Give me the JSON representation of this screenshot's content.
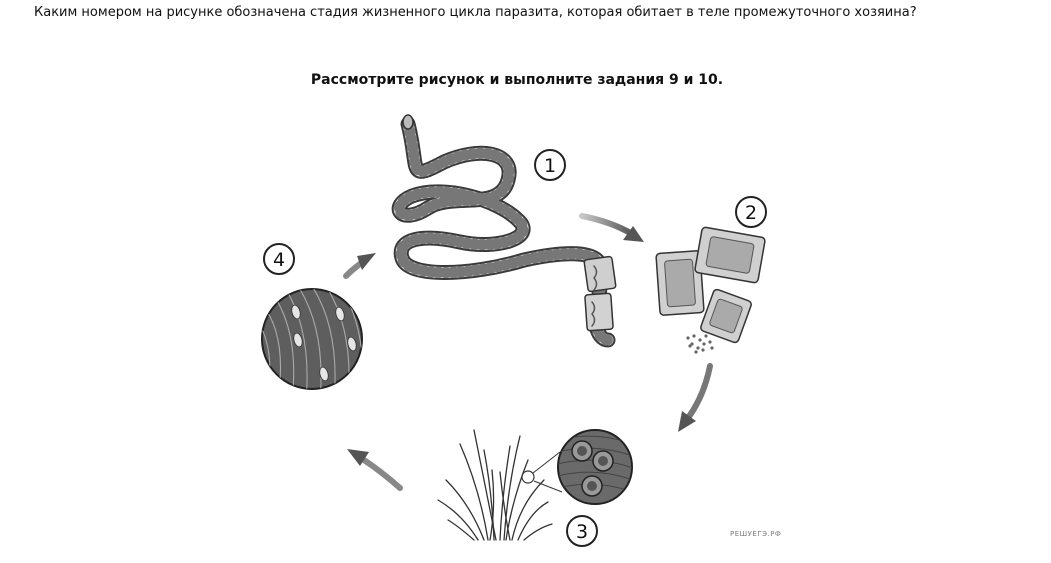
{
  "question": {
    "text": "Каким номером на рисунке обозначена стадия жизненного цикла паразита, которая обитает в теле промежуточного хозяина?"
  },
  "figure": {
    "caption": "Рассмотрите рисунок и выполните задания 9 и 10.",
    "labels": [
      "1",
      "2",
      "3",
      "4"
    ],
    "watermark": "РЕШУЕГЭ.РФ"
  }
}
